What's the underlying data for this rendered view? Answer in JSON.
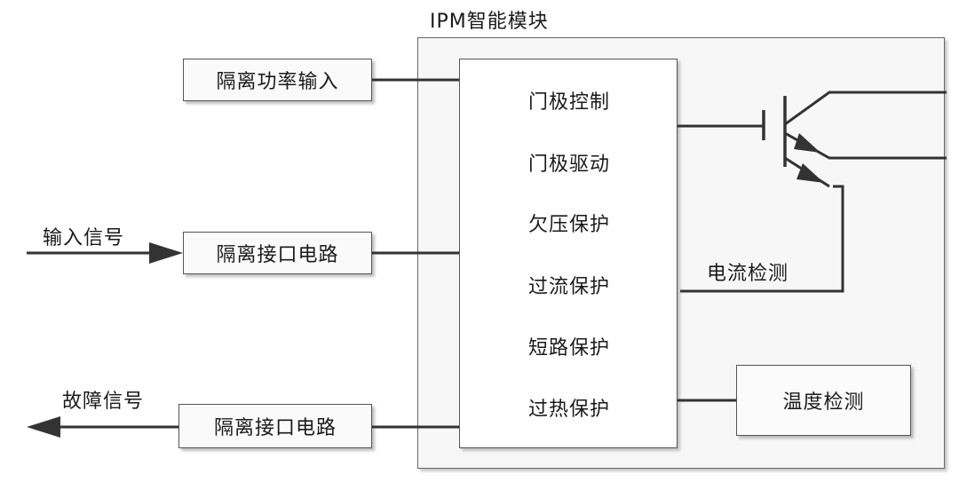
{
  "module": {
    "title": "IPM智能模块",
    "functions": [
      "门极控制",
      "门极驱动",
      "欠压保护",
      "过流保护",
      "短路保护",
      "过热保护"
    ]
  },
  "external_boxes": {
    "power_input": "隔离功率输入",
    "input_interface": "隔离接口电路",
    "fault_interface": "隔离接口电路",
    "temperature": "温度检测"
  },
  "signals": {
    "input_signal": "输入信号",
    "fault_signal": "故障信号",
    "current_detect": "电流检测"
  }
}
